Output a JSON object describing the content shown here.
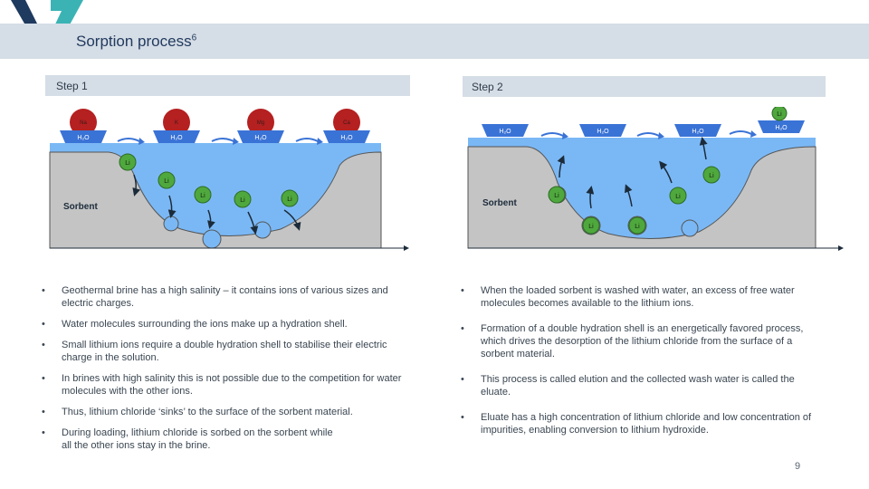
{
  "slide": {
    "title": "Sorption process",
    "title_sup": "6",
    "page_number": "9"
  },
  "step1": {
    "label": "Step 1",
    "sorbent_label": "Sorbent",
    "water_label": "H₂O",
    "lithium_label": "Li",
    "ions": [
      "Na",
      "K",
      "Mg",
      "Ca"
    ],
    "bullets": [
      "Geothermal brine has a high salinity – it contains ions of various sizes and electric charges.",
      "Water molecules surrounding the ions make up a hydration shell.",
      "Small lithium ions require a double hydration shell to stabilise their electric charge in the solution.",
      "In brines with high salinity this is not possible due to the competition for water molecules with the other ions.",
      "Thus, lithium chloride ‘sinks’ to the surface of the sorbent material.",
      "During loading, lithium chloride is sorbed on the sorbent  while all the other ions stay in the brine."
    ]
  },
  "step2": {
    "label": "Step 2",
    "sorbent_label": "Sorbent",
    "water_label": "H₂O",
    "lithium_label": "Li",
    "bullets": [
      "When the loaded sorbent is washed with water, an excess of free water molecules becomes available to the lithium ions.",
      "Formation of a double hydration shell is an energetically favored process, which drives the desorption of the lithium chloride from the surface of a sorbent material.",
      "This process is called elution and the collected wash water is called the eluate.",
      "Eluate has a high concentration of lithium chloride and low concentration of impurities, enabling conversion to lithium hydroxide."
    ]
  },
  "colors": {
    "accent_dark": "#1f3a5f",
    "accent_teal": "#3bb3b5",
    "water": "#7ab8f5",
    "sorbent": "#c4c4c4",
    "lithium": "#4fa83d",
    "ion": "#b52020",
    "h2o_shell": "#3a73d6"
  }
}
